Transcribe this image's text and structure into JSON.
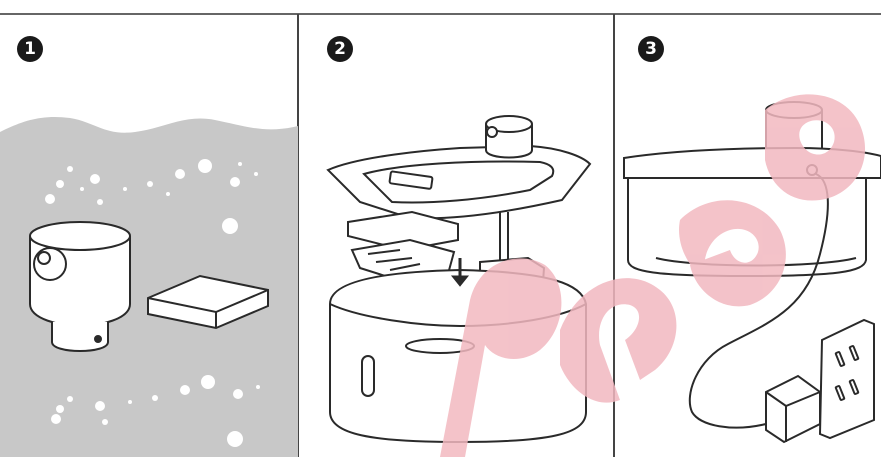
{
  "steps": [
    {
      "number": "1",
      "icon": "filter-and-pump-parts-icon"
    },
    {
      "number": "2",
      "icon": "assembly-icon"
    },
    {
      "number": "3",
      "icon": "power-connection-icon"
    }
  ],
  "watermark": {
    "text": "paeq",
    "color": "#f2b8c0"
  },
  "colors": {
    "line": "#2a2a2a",
    "water": "#c9c9c9",
    "frame": "#555555"
  }
}
